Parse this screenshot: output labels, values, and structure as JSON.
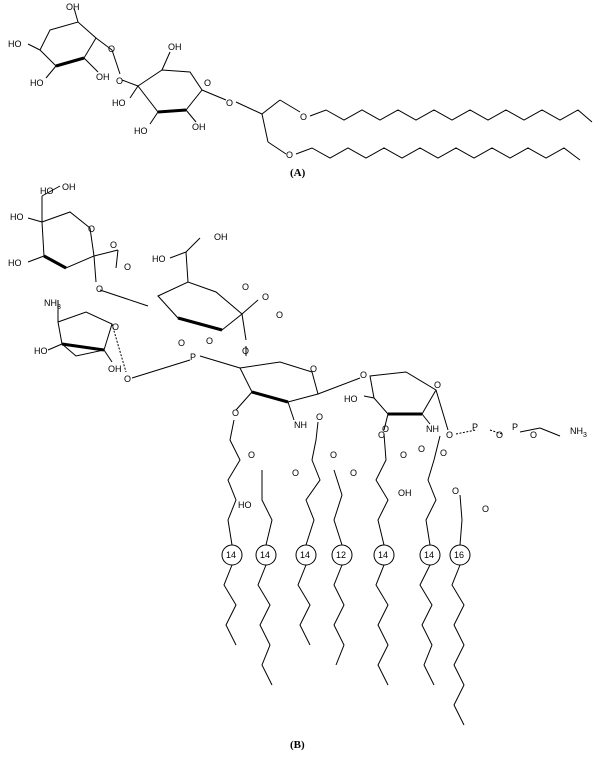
{
  "figure": {
    "panel_a": {
      "caption": "(A)",
      "atoms": {
        "oh_top": "OH",
        "ho_left": "HO",
        "ho_left2": "HO",
        "oh_ring1": "OH",
        "o_ring1": "O",
        "o_link": "O",
        "oh_ring2_top": "OH",
        "o_ring2": "O",
        "ho_ring2": "HO",
        "ho_ring2b": "HO",
        "oh_ring2b": "OH",
        "o_glyc": "O",
        "o_chain1": "O",
        "o_chain2": "O"
      }
    },
    "panel_b": {
      "caption": "(B)",
      "atoms": {
        "ho_1": "HO",
        "oh_1": "OH",
        "ho_2": "HO",
        "o_kdo1": "O",
        "ho_3": "HO",
        "coo1_o": "O",
        "coo1_o2": "O",
        "ho_4": "HO",
        "oh_2": "OH",
        "o_kdo2": "O",
        "coo2_o": "O",
        "coo2_o2": "O",
        "o_bridge": "O",
        "nh3_1": "NH",
        "nh3_1_sub": "3",
        "o_ara": "O",
        "ho_5": "HO",
        "oh_3": "OH",
        "o_ara_link": "O",
        "p_1": "P",
        "p1_o": "O",
        "p1_o2": "O",
        "o_6": "O",
        "o_glcn1": "O",
        "o_glcn2": "O",
        "o_link2": "O",
        "nh_1": "NH",
        "nh_2": "NH",
        "ho_6": "HO",
        "o_7": "O",
        "o_p2": "O",
        "p_2": "P",
        "o_p3": "O",
        "p_3": "P",
        "o_p4": "O",
        "nh3_2": "NH",
        "nh3_2_sub": "3",
        "ester_o1": "O",
        "ester_o2": "O",
        "ester_o3": "O",
        "ester_o4": "O",
        "ester_o5": "O",
        "ester_o6": "O",
        "ester_o7": "O",
        "ester_o8": "O",
        "ester_o9": "O",
        "ester_o10": "O",
        "ester_o11": "O",
        "ester_o12": "O",
        "ho_tail1": "HO",
        "oh_tail2": "OH"
      },
      "chain_labels": [
        "14",
        "14",
        "14",
        "12",
        "14",
        "14",
        "16"
      ]
    }
  }
}
